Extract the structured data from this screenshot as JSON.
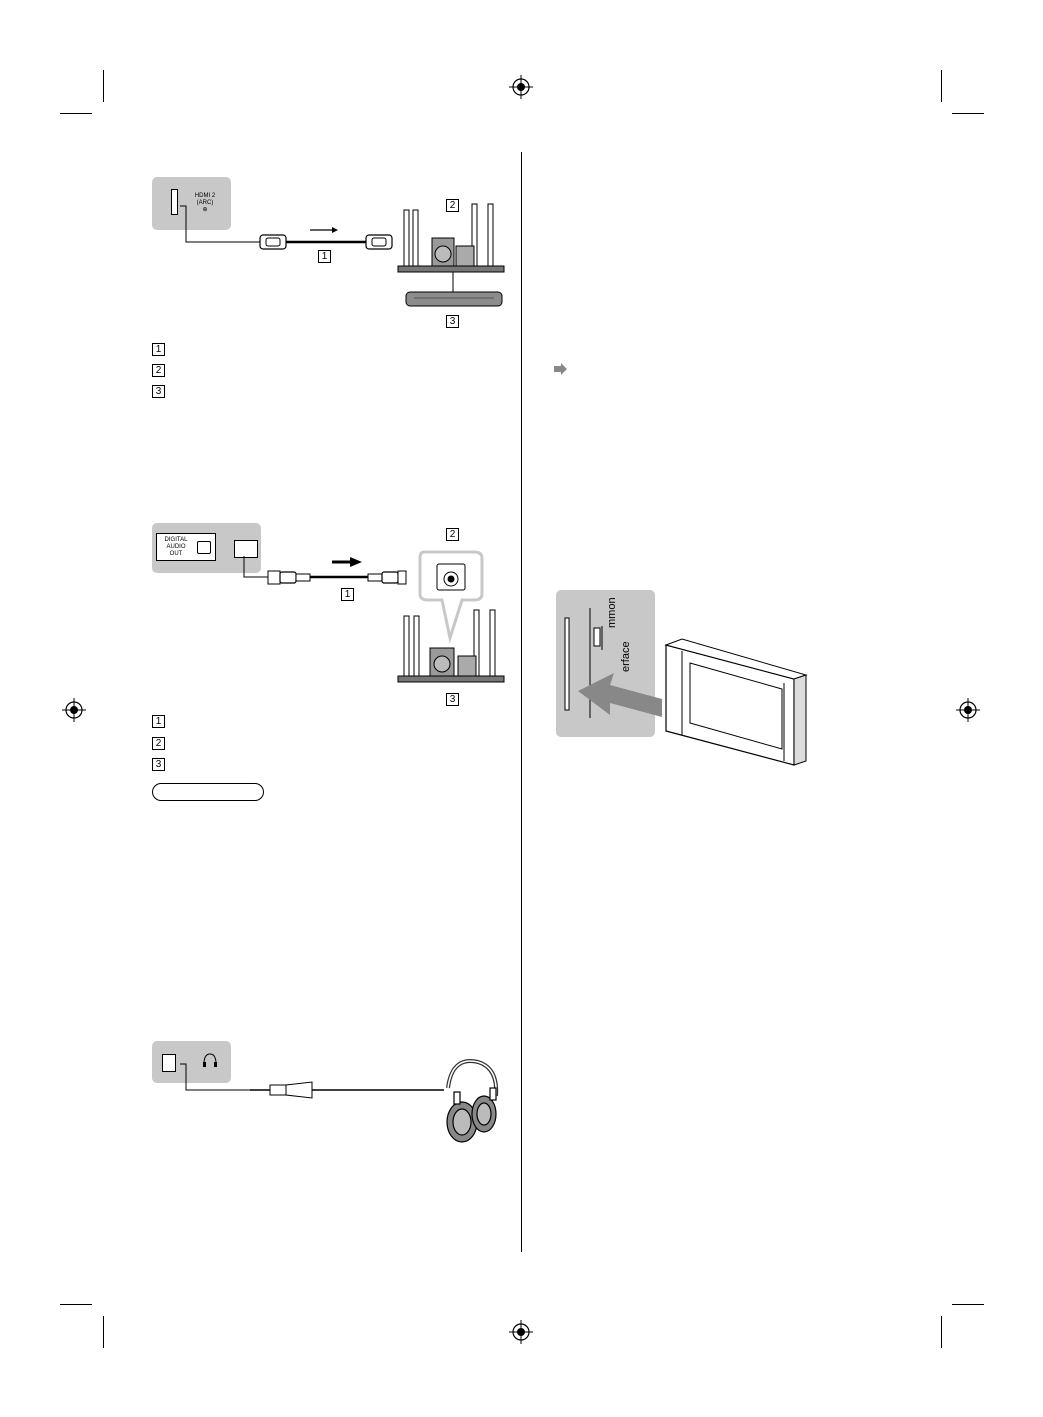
{
  "figure1": {
    "port_label_line1": "HDMI 2",
    "port_label_line2": "(ARC)",
    "port_label_line3": "⊕",
    "cable_num": "1",
    "device_num": "2",
    "device_num_bottom": "3"
  },
  "legend1": [
    "1",
    "2",
    "3"
  ],
  "figure2": {
    "port_label_line1": "DIGITAL",
    "port_label_line2": "AUDIO",
    "port_label_line3": "OUT",
    "cable_num": "1",
    "device_num": "2",
    "device_num_bottom": "3"
  },
  "legend2": [
    "1",
    "2",
    "3"
  ],
  "figure4": {
    "ci_label": "Common\nInterface",
    "ci_label_line1": "mmon",
    "ci_label_line2": "erface"
  },
  "colors": {
    "panel_gray": "#c8c8c8",
    "device_gray": "#8c8c8c",
    "arrow_gray": "#888888"
  },
  "icons": [
    "registration-mark-icon",
    "hdmi-plug-icon",
    "optical-plug-icon",
    "headphones-icon",
    "arrow-right-icon",
    "speaker-system-icon",
    "ci-module-icon"
  ]
}
